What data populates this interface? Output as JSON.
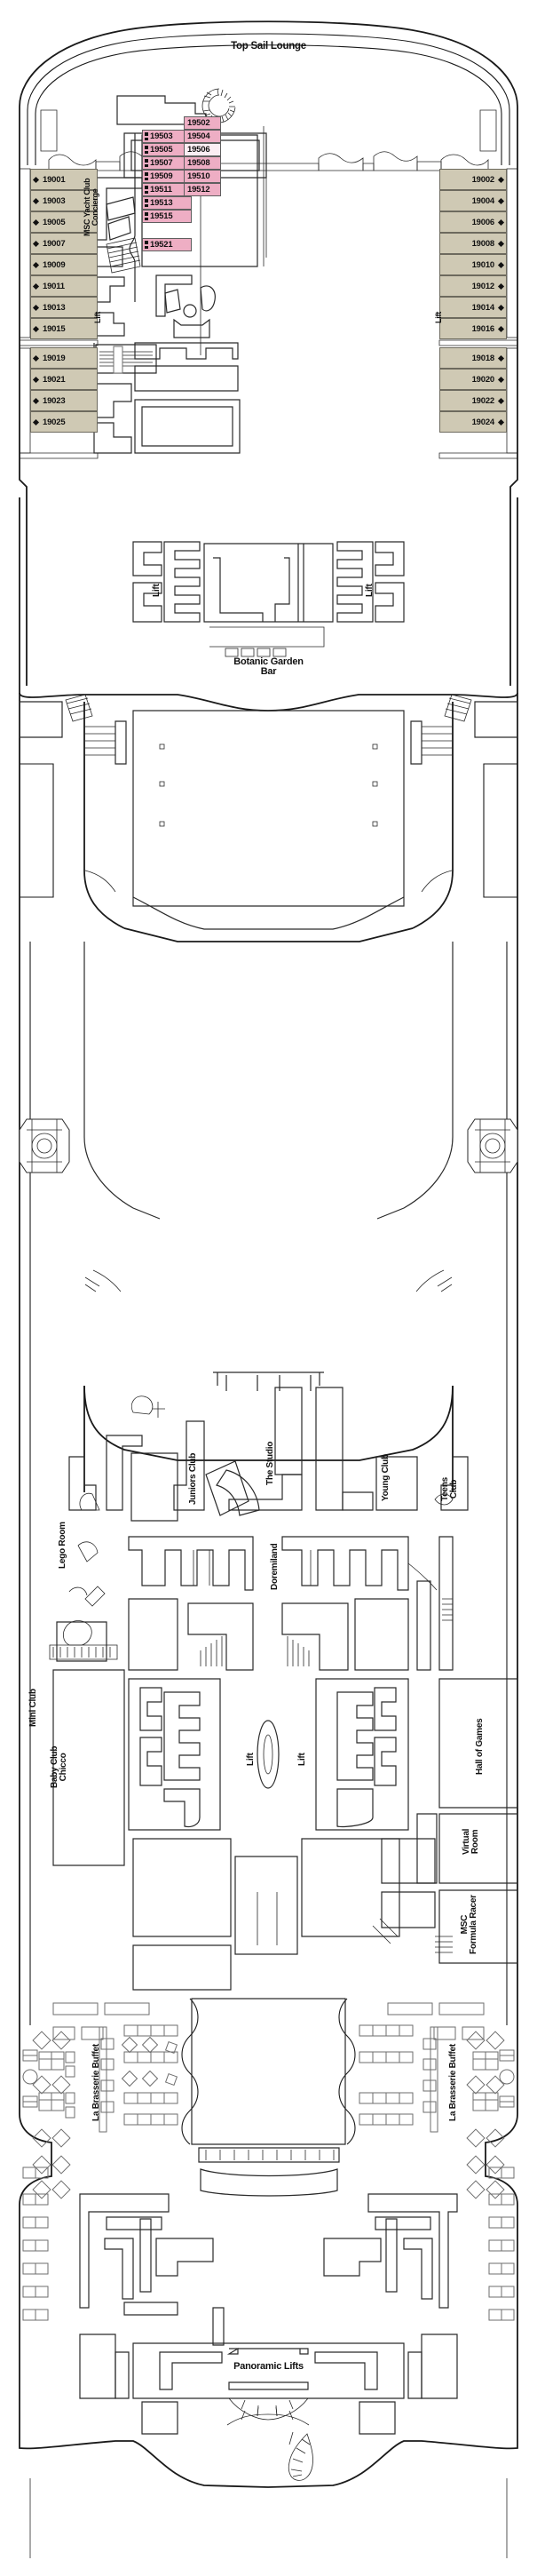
{
  "deck": {
    "title": "MSC Deck Plan - Deck 19",
    "ship_outline_color": "#1a1a1a",
    "wall_color": "#6e6e6e",
    "cabin_tan_color": "#cfc9b4",
    "cabin_pink_color": "#eeaec4",
    "cabin_pink_light_color": "#fbeef3"
  },
  "labels": {
    "top_sail_lounge": "Top Sail Lounge",
    "msc_yacht_club_concierge": "MSC Yacht Club\nConcierge",
    "botanic_garden_bar": "Botanic Garden\nBar",
    "lift": "Lift",
    "lego_room": "Lego Room",
    "juniors_club": "Juniors Club",
    "the_studio": "The Studio",
    "young_club": "Young Club",
    "teens_club": "Teens\nClub",
    "doremiland": "Doremiland",
    "mini_club": "Mini Club",
    "baby_club_chicco": "Baby Club\nChicco",
    "hall_of_games": "Hall of Games",
    "virtual_room": "Virtual\nRoom",
    "msc_formula_racer": "MSC\nFormula Racer",
    "la_brasserie_buffet": "La Brasserie Buffet",
    "panoramic_lifts": "Panoramic Lifts"
  },
  "cabins": {
    "port_outer": [
      {
        "number": "19001",
        "style": "tan"
      },
      {
        "number": "19003",
        "style": "tan"
      },
      {
        "number": "19005",
        "style": "tan"
      },
      {
        "number": "19007",
        "style": "tan"
      },
      {
        "number": "19009",
        "style": "tan"
      },
      {
        "number": "19011",
        "style": "tan"
      },
      {
        "number": "19013",
        "style": "tan"
      },
      {
        "number": "19015",
        "style": "tan"
      },
      {
        "number": "19019",
        "style": "tan"
      },
      {
        "number": "19021",
        "style": "tan"
      },
      {
        "number": "19023",
        "style": "tan"
      },
      {
        "number": "19025",
        "style": "tan"
      }
    ],
    "starboard_outer": [
      {
        "number": "19002",
        "style": "tan"
      },
      {
        "number": "19004",
        "style": "tan"
      },
      {
        "number": "19006",
        "style": "tan"
      },
      {
        "number": "19008",
        "style": "tan"
      },
      {
        "number": "19010",
        "style": "tan"
      },
      {
        "number": "19012",
        "style": "tan"
      },
      {
        "number": "19014",
        "style": "tan"
      },
      {
        "number": "19016",
        "style": "tan"
      },
      {
        "number": "19018",
        "style": "tan"
      },
      {
        "number": "19020",
        "style": "tan"
      },
      {
        "number": "19022",
        "style": "tan"
      },
      {
        "number": "19024",
        "style": "tan"
      }
    ],
    "inner_odd": [
      {
        "number": "19503",
        "style": "pink"
      },
      {
        "number": "19505",
        "style": "pink"
      },
      {
        "number": "19507",
        "style": "pink"
      },
      {
        "number": "19509",
        "style": "pink"
      },
      {
        "number": "19511",
        "style": "pink"
      },
      {
        "number": "19513",
        "style": "pink"
      },
      {
        "number": "19515",
        "style": "pink"
      },
      {
        "number": "19521",
        "style": "pink"
      }
    ],
    "inner_even": [
      {
        "number": "19502",
        "style": "pink"
      },
      {
        "number": "19504",
        "style": "pink"
      },
      {
        "number": "19506",
        "style": "pinklight"
      },
      {
        "number": "19508",
        "style": "pink"
      },
      {
        "number": "19510",
        "style": "pink"
      },
      {
        "number": "19512",
        "style": "pink"
      }
    ]
  }
}
